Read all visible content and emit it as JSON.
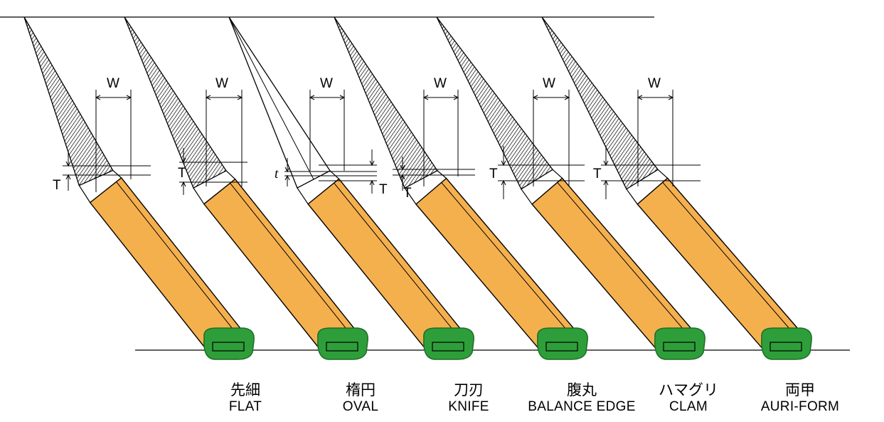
{
  "diagram": {
    "colors": {
      "handle": "#F5B04E",
      "ferrule": "#2E9E3A",
      "ferrule_dark": "#1D6E25",
      "line": "#000000"
    },
    "dimension_labels": {
      "width": "W",
      "thickness": "T",
      "edge_thickness": "t"
    },
    "files": [
      {
        "id": "flat",
        "name_jp": "先細",
        "name_en": "FLAT"
      },
      {
        "id": "oval",
        "name_jp": "楕円",
        "name_en": "OVAL"
      },
      {
        "id": "knife",
        "name_jp": "刀刃",
        "name_en": "KNIFE"
      },
      {
        "id": "balance",
        "name_jp": "腹丸",
        "name_en": "BALANCE EDGE"
      },
      {
        "id": "clam",
        "name_jp": "ハマグリ",
        "name_en": "CLAM"
      },
      {
        "id": "auri",
        "name_jp": "両甲",
        "name_en": "AURI-FORM"
      }
    ]
  }
}
